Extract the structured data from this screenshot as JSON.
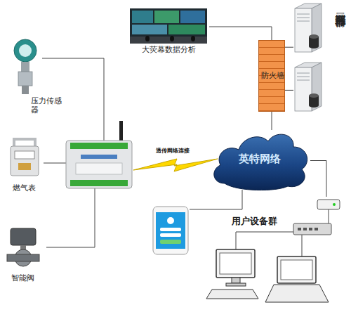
{
  "diagram": {
    "nodes": [
      {
        "text": [
          "大荧幕数据分析"
        ]
      },
      {
        "text": [
          "防火墙"
        ]
      },
      {
        "text": [
          "云端服务器群"
        ]
      },
      {
        "text": [
          "压力传感器"
        ]
      },
      {
        "text": [
          "燃气表"
        ]
      },
      {
        "text": [
          "英特网络"
        ]
      },
      {
        "text": [
          "用户设备群"
        ]
      },
      {
        "text": [
          "智能阀"
        ]
      }
    ],
    "edges": [
      {
        "from": 0,
        "to": 1,
        "arrow": "none"
      },
      {
        "from": 1,
        "to": 2,
        "arrow": "none"
      },
      {
        "from": 1,
        "to": 2,
        "arrow": "none"
      },
      {
        "from": 1,
        "to": 5,
        "arrow": "none"
      },
      {
        "from": 5,
        "to": 6,
        "arrow": "none"
      }
    ],
    "labels": [
      "透传网络连接"
    ]
  }
}
